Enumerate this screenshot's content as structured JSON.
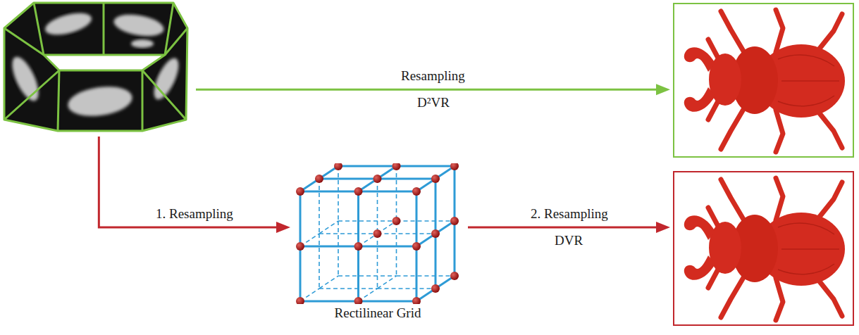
{
  "diagram": {
    "nodes": [
      {
        "text": []
      },
      {
        "text": [
          "Rectilinear Grid"
        ]
      },
      {
        "text": []
      },
      {
        "text": []
      }
    ],
    "edges": [
      {
        "from": 0,
        "to": 2,
        "arrow": "to",
        "label": "Resampling"
      },
      {
        "from": 0,
        "to": 1,
        "arrow": "to",
        "label": "1. Resampling"
      },
      {
        "from": 1,
        "to": 3,
        "arrow": "to",
        "label": "2. Resampling"
      }
    ],
    "labels": [
      "D²VR",
      "DVR"
    ]
  }
}
